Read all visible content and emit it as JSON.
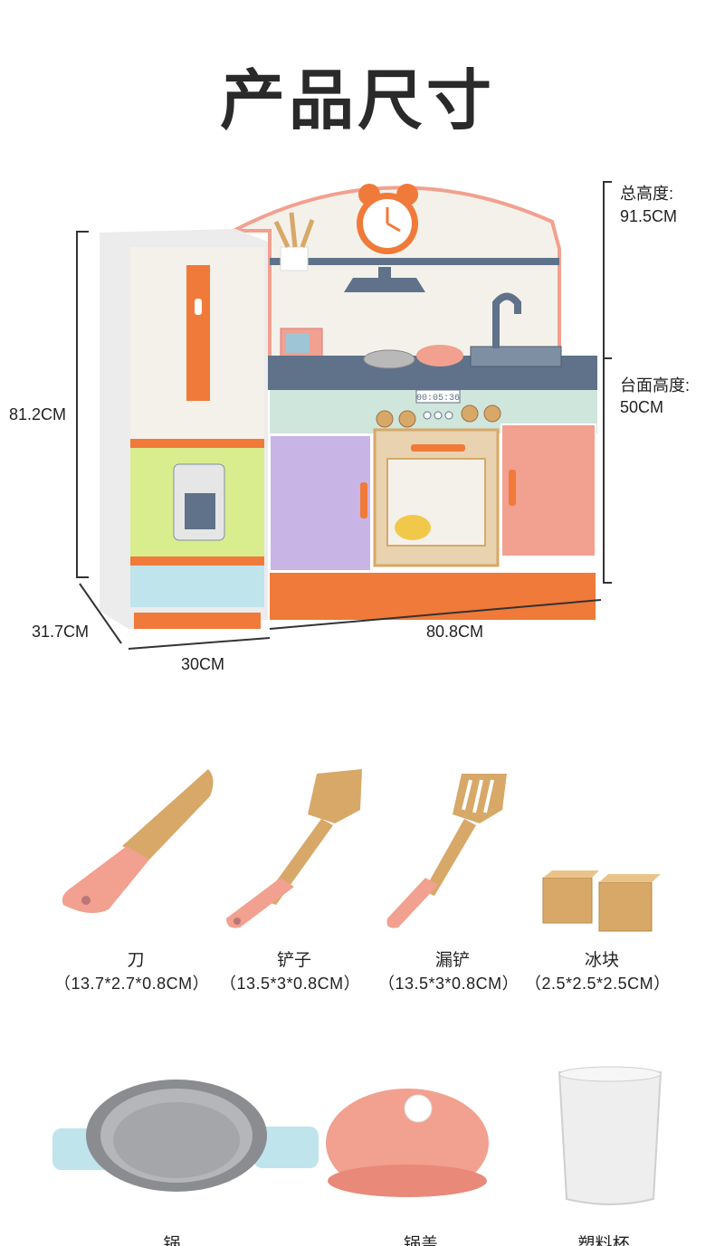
{
  "page": {
    "title": "产品尺寸"
  },
  "dimensions": {
    "total_height_label": "总高度:",
    "total_height_value": "91.5CM",
    "counter_height_label": "台面高度:",
    "counter_height_value": "50CM",
    "left_height": "81.2CM",
    "depth": "31.7CM",
    "fridge_width": "30CM",
    "main_width": "80.8CM"
  },
  "clock_text": "00:05:36",
  "accessories_row1": [
    {
      "name": "刀",
      "size": "（13.7*2.7*0.8CM）",
      "icon": "knife-icon"
    },
    {
      "name": "铲子",
      "size": "（13.5*3*0.8CM）",
      "icon": "spatula-icon"
    },
    {
      "name": "漏铲",
      "size": "（13.5*3*0.8CM）",
      "icon": "slotted-spatula-icon"
    },
    {
      "name": "冰块",
      "size": "（2.5*2.5*2.5CM）",
      "icon": "ice-cube-icon"
    }
  ],
  "accessories_row2": [
    {
      "name": "锅",
      "icon": "pan-icon"
    },
    {
      "name": "锅盖",
      "icon": "pot-lid-icon"
    },
    {
      "name": "塑料杯",
      "icon": "plastic-cup-icon"
    }
  ],
  "colors": {
    "orange": "#f07a3a",
    "pink": "#f2a08f",
    "lavender": "#c9b4e6",
    "lime": "#d9ec8e",
    "sky": "#bfe4ec",
    "wood": "#d7a868",
    "slate": "#5f7289"
  }
}
